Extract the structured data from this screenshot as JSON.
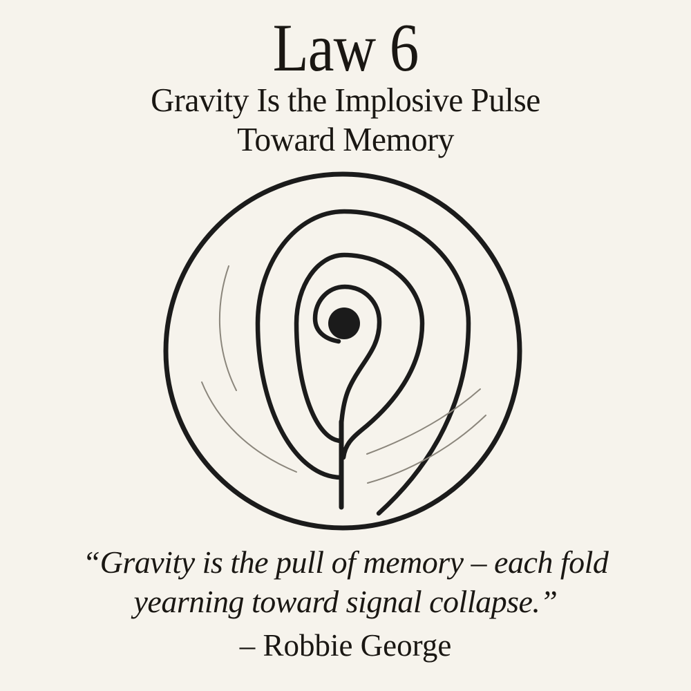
{
  "page": {
    "background_color": "#f6f3ec",
    "ink_color": "#1a1713"
  },
  "header": {
    "law_number": "Law 6",
    "title_line1": "Gravity Is the Implosive Pulse",
    "title_line2": "Toward Memory"
  },
  "symbol": {
    "name": "spiral-vortex-icon",
    "description": "circle enclosing an inward spiral collapsing to a solid dot with a vertical tail",
    "stroke_color": "#1b1b1b",
    "echo_color": "#8b867c"
  },
  "quote": {
    "line1": "“Gravity is the pull of memory – each fold",
    "line2": "yearning toward signal collapse.”",
    "attribution": "– Robbie George"
  }
}
